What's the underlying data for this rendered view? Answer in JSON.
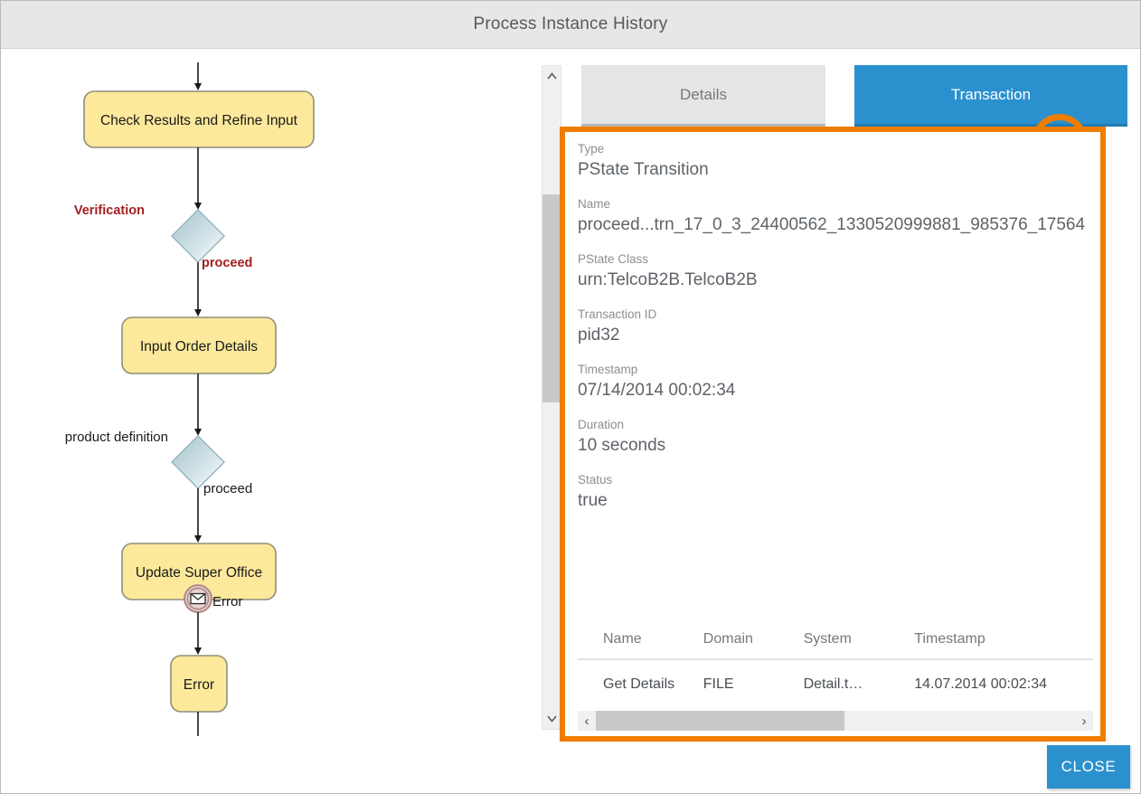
{
  "dialog": {
    "title": "Process Instance History",
    "close_label": "CLOSE"
  },
  "tabs": [
    {
      "id": "details",
      "label": "Details",
      "active": false
    },
    {
      "id": "transaction",
      "label": "Transaction",
      "active": true
    }
  ],
  "cursor": {
    "icon": "hand-pointer-icon",
    "highlight_color": "#ef7d00"
  },
  "colors": {
    "accent_orange": "#ef7d00",
    "accent_blue": "#2b91ce",
    "task_fill": "#fce99b",
    "task_stroke": "#8f8f7a",
    "gateway_fill": "#a9c5ce",
    "label_red": "#a31f21",
    "title_bar": "#e7e7e7"
  },
  "detail": {
    "fields": [
      {
        "label": "Type",
        "value": "PState Transition"
      },
      {
        "label": "Name",
        "value": "proceed...trn_17_0_3_24400562_1330520999881_985376_17564"
      },
      {
        "label": "PState Class",
        "value": "urn:TelcoB2B.TelcoB2B"
      },
      {
        "label": "Transaction ID",
        "value": "pid32"
      },
      {
        "label": "Timestamp",
        "value": "07/14/2014 00:02:34"
      },
      {
        "label": "Duration",
        "value": "10 seconds"
      },
      {
        "label": "Status",
        "value": "true"
      }
    ],
    "table": {
      "columns": [
        "Name",
        "Domain",
        "System",
        "Timestamp"
      ],
      "rows": [
        {
          "name": "Get Details",
          "domain": "FILE",
          "system": "Detail.t…",
          "timestamp": "14.07.2014 00:02:34"
        }
      ]
    },
    "hscroll": {
      "left_arrow": "‹",
      "right_arrow": "›"
    },
    "vscroll": {
      "up_arrow": "⌃",
      "down_arrow": "⌄"
    }
  },
  "flow": {
    "nodes": [
      {
        "id": "check-results",
        "type": "task",
        "label": "Check Results and Refine Input"
      },
      {
        "id": "gateway-verification",
        "type": "gateway",
        "label": ""
      },
      {
        "id": "input-order-details",
        "type": "task",
        "label": "Input Order Details"
      },
      {
        "id": "gateway-product-definition",
        "type": "gateway",
        "label": ""
      },
      {
        "id": "update-super-office",
        "type": "task",
        "label": "Update Super Office"
      },
      {
        "id": "error-event",
        "type": "message-event",
        "label": ""
      },
      {
        "id": "error-task",
        "type": "task",
        "label": "Error"
      }
    ],
    "edge_labels": [
      {
        "id": "verification",
        "text": "Verification",
        "style": "red-bold"
      },
      {
        "id": "proceed-1",
        "text": "proceed",
        "style": "red-bold"
      },
      {
        "id": "product-definition",
        "text": "product definition",
        "style": "black"
      },
      {
        "id": "proceed-2",
        "text": "proceed",
        "style": "black"
      },
      {
        "id": "error",
        "text": "Error",
        "style": "black"
      }
    ]
  }
}
